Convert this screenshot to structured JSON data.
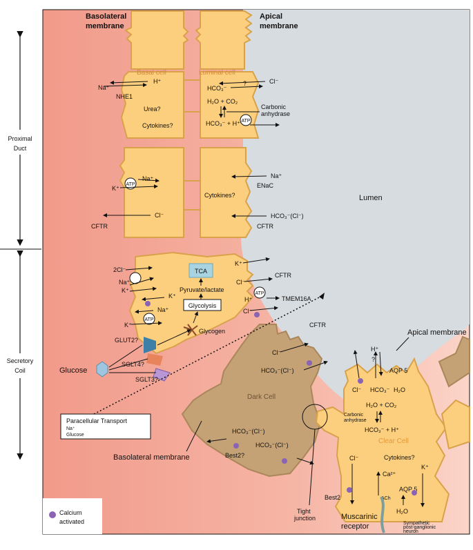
{
  "sections": {
    "proximal_duct": "Proximal Duct",
    "secretory_coil": "Secretory Coil"
  },
  "membranes": {
    "basolateral_top": "Basolateral membrane",
    "apical_top": "Apical membrane",
    "apical_right": "Apical membrane",
    "basolateral_bottom": "Basolateral membrane"
  },
  "cells": {
    "basal": "Basal cell",
    "luminal": "Luminal cell",
    "dark": "Dark Cell",
    "clear": "Clear Cell"
  },
  "lumen": "Lumen",
  "proximal": {
    "h_plus": "H⁺",
    "na_plus": "Na⁺",
    "nhe1": "NHE1",
    "urea": "Urea?",
    "cytokines_basal": "Cytokines?",
    "cl_minus": "Cl⁻",
    "hco3": "HCO₃⁻",
    "question": "?",
    "h2o_co2": "H₂O + CO₂",
    "carbonic": "Carbonic",
    "anhydrase": "anhydrase",
    "hco3_h": "HCO₃⁻ + H⁺",
    "atp": "ATP",
    "na_lower": "Na⁺",
    "k_lower": "K⁺",
    "na_enac": "Na⁺",
    "enac": "ENaC",
    "cytokines_luminal": "Cytokines?",
    "cl_lower": "Cl⁻",
    "cftr_basal": "CFTR",
    "hco3_cl": "HCO₃⁻(Cl⁻)",
    "cftr_luminal": "CFTR"
  },
  "coil": {
    "two_cl": "2Cl⁻",
    "na": "Na⁺",
    "k": "K⁺",
    "k2": "K⁺",
    "tca": "TCA",
    "pyruvate": "Pyruvate/lactate",
    "glycolysis": "Glycolysis",
    "na3": "Na⁺",
    "k3": "K⁺",
    "glycogen": "Glycogen",
    "glut2": "GLUT2?",
    "sglt4": "SGLT4?",
    "sglt3": "SGLT3?",
    "glucose": "Glucose",
    "k_apical": "K⁺",
    "cl_apical": "Cl⁻",
    "cftr": "CFTR",
    "h_apical": "H⁺",
    "tmem16a": "TMEM16A",
    "cl_tmem": "Cl⁻",
    "dark_cl": "Cl⁻",
    "dark_cftr": "CFTR",
    "dark_hco3": "HCO₃⁻(Cl⁻)",
    "dark_hco3_baso": "HCO₃⁻(Cl⁻)",
    "dark_hco3_baso2": "HCO₃⁻(Cl⁻)",
    "best2q": "Best2?",
    "para_title": "Paracellular Transport",
    "para_na": "Na⁺",
    "para_glucose": "Glucose",
    "clear_h": "H⁺",
    "clear_q": "?",
    "aqp5_top": "AQP 5",
    "clear_cl": "Cl⁻",
    "clear_hco3": "HCO₃⁻",
    "clear_h2o_top": "H₂O",
    "clear_h2o_co2": "H₂O + CO₂",
    "clear_carbonic": "Carbonic",
    "clear_anhydrase": "anhydrase",
    "clear_hco3_h": "HCO₃⁻ + H⁺",
    "clear_cytokines": "Cytokines?",
    "clear_cl2": "Cl⁻",
    "ca": "Ca²⁺",
    "k_clear": "K⁺",
    "aqp5_bottom": "AQP 5",
    "ach": "ACh",
    "best2": "Best2",
    "h2o_bottom": "H₂O",
    "tight": "Tight",
    "junction": "junction",
    "muscarinic": "Muscarinic",
    "receptor": "receptor",
    "sympathetic": "Sympathetic",
    "postganglionic": "post-ganglionic",
    "neuron": "neuron"
  },
  "legend": {
    "line1": "Calcium",
    "line2": "activated"
  },
  "colors": {
    "cell_fill": "#FCCF7E",
    "cell_stroke": "#D9A24A",
    "dark_fill": "#C5A276",
    "dark_stroke": "#A9875A",
    "lumen": "#D7DCE0",
    "tissue": "#F2A99B",
    "calcium": "#8A63B5"
  }
}
